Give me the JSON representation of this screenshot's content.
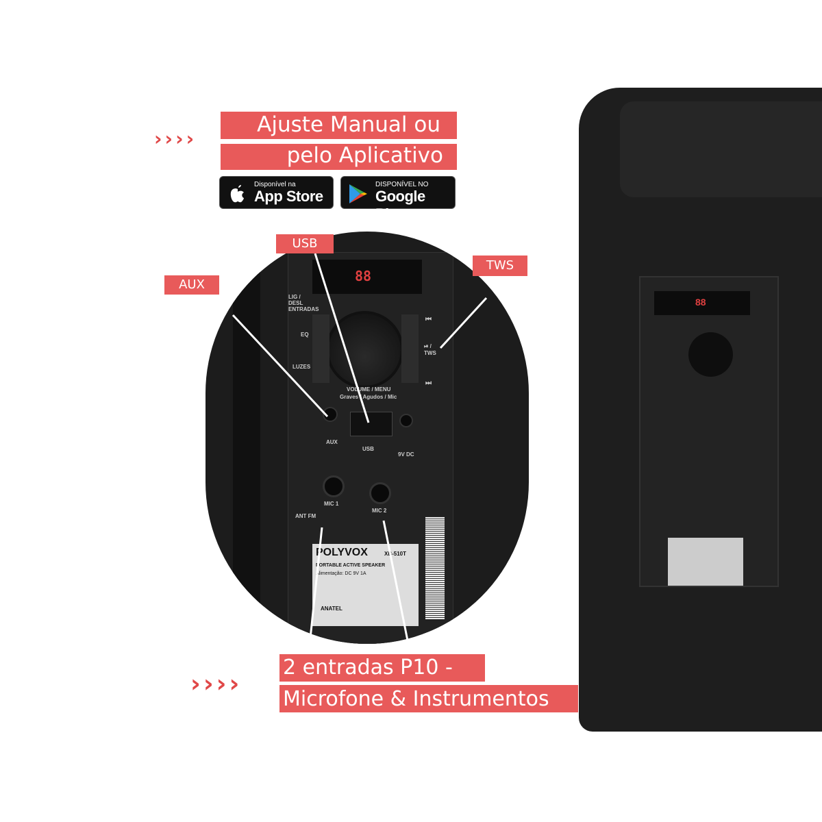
{
  "headline": {
    "line1": "Ajuste Manual ou",
    "line2": "pelo Aplicativo",
    "arrows": "››››"
  },
  "badges": {
    "app_store": {
      "small": "Disponível na",
      "big": "App Store",
      "icon": "apple-icon"
    },
    "google_play": {
      "small": "DISPONÍVEL NO",
      "big": "Google Play",
      "icon": "google-play-icon"
    }
  },
  "callouts": {
    "usb": "USB",
    "aux": "AUX",
    "tws": "TWS"
  },
  "panel": {
    "display": "88",
    "lig": "LIG / DESL ENTRADAS",
    "eq": "EQ",
    "luzes": "LUZES",
    "prev": "⏮",
    "play": "⏯ / TWS",
    "next": "⏭",
    "volume": "VOLUME / MENU",
    "volume_sub": "Graves / Agudos / Mic",
    "aux": "AUX",
    "usb": "USB",
    "dc": "9V DC",
    "mic1": "MIC 1",
    "mic2": "MIC 2",
    "ant": "ANT FM",
    "brand": "POLYVOX",
    "model": "XB-510T",
    "label1": "PORTABLE ACTIVE SPEAKER",
    "label2": "Alimentação: DC 9V 1A",
    "anatel": "ANATEL"
  },
  "footer_headline": {
    "line1": "2 entradas P10 -",
    "line2": "Microfone & Instrumentos",
    "arrows": "››››"
  },
  "colors": {
    "accent": "#e85a5a",
    "device": "#1c1c1c"
  }
}
